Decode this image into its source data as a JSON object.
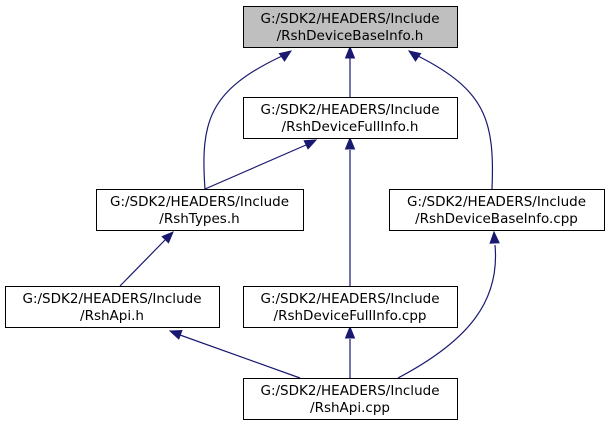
{
  "diagram": {
    "colors": {
      "highlight_fill": "#bfbfbf",
      "node_fill": "#ffffff",
      "edge": "#191970"
    },
    "nodes": [
      {
        "id": "base_h",
        "line1": "G:/SDK2/HEADERS/Include",
        "line2": "/RshDeviceBaseInfo.h",
        "highlighted": true
      },
      {
        "id": "full_h",
        "line1": "G:/SDK2/HEADERS/Include",
        "line2": "/RshDeviceFullInfo.h",
        "highlighted": false
      },
      {
        "id": "types_h",
        "line1": "G:/SDK2/HEADERS/Include",
        "line2": "/RshTypes.h",
        "highlighted": false
      },
      {
        "id": "base_cpp",
        "line1": "G:/SDK2/HEADERS/Include",
        "line2": "/RshDeviceBaseInfo.cpp",
        "highlighted": false
      },
      {
        "id": "api_h",
        "line1": "G:/SDK2/HEADERS/Include",
        "line2": "/RshApi.h",
        "highlighted": false
      },
      {
        "id": "full_cpp",
        "line1": "G:/SDK2/HEADERS/Include",
        "line2": "/RshDeviceFullInfo.cpp",
        "highlighted": false
      },
      {
        "id": "api_cpp",
        "line1": "G:/SDK2/HEADERS/Include",
        "line2": "/RshApi.cpp",
        "highlighted": false
      }
    ],
    "edges": [
      {
        "from": "full_h",
        "to": "base_h"
      },
      {
        "from": "types_h",
        "to": "base_h"
      },
      {
        "from": "base_cpp",
        "to": "base_h"
      },
      {
        "from": "types_h",
        "to": "full_h"
      },
      {
        "from": "full_cpp",
        "to": "full_h"
      },
      {
        "from": "api_h",
        "to": "types_h"
      },
      {
        "from": "api_cpp",
        "to": "api_h"
      },
      {
        "from": "api_cpp",
        "to": "full_cpp"
      },
      {
        "from": "api_cpp",
        "to": "base_cpp"
      }
    ]
  }
}
